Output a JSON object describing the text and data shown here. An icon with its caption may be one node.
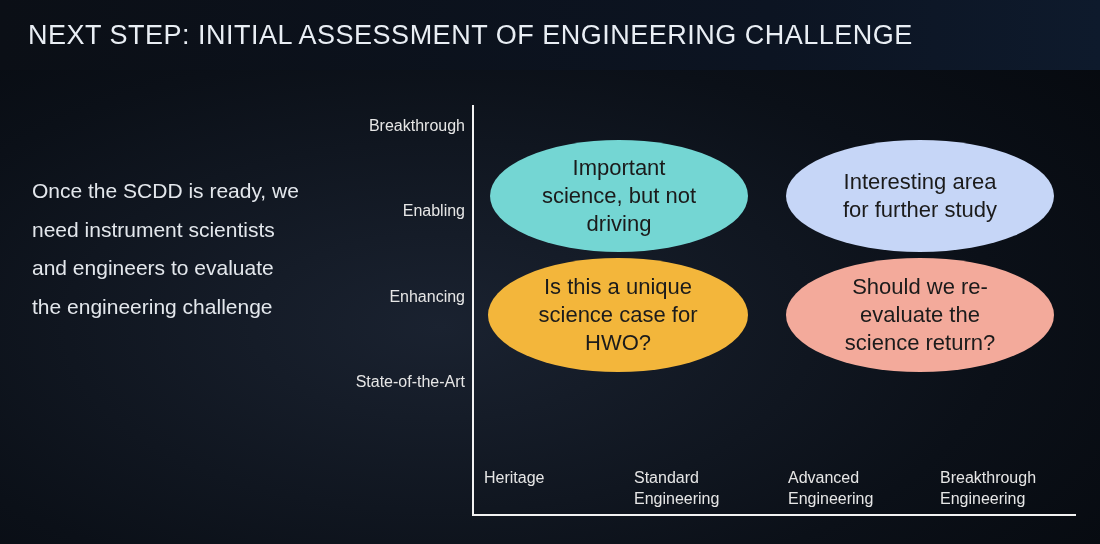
{
  "diagram": {
    "title": "NEXT STEP: INITIAL ASSESSMENT OF ENGINEERING CHALLENGE",
    "nodes": [
      {
        "text": [
          "Important science, but not driving"
        ]
      },
      {
        "text": [
          "Interesting area for further study"
        ]
      },
      {
        "text": [
          "Is this a unique science case for HWO?"
        ]
      },
      {
        "text": [
          "Should we re-evaluate the science return?"
        ]
      }
    ],
    "labels": [
      "Once the SCDD is ready, we need instrument scientists and engineers to evaluate the engineering challenge",
      "Breakthrough",
      "Enabling",
      "Enhancing",
      "State-of-the-Art",
      "Heritage",
      "Standard Engineering",
      "Advanced Engineering",
      "Breakthrough Engineering"
    ]
  }
}
